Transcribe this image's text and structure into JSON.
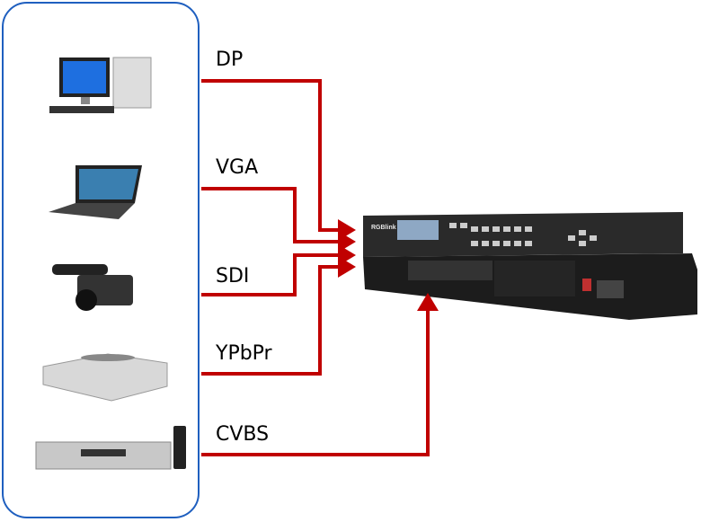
{
  "sources": [
    {
      "id": "desktop-pc",
      "label": "DP"
    },
    {
      "id": "laptop",
      "label": "VGA"
    },
    {
      "id": "camcorder",
      "label": "SDI"
    },
    {
      "id": "set-top-box",
      "label": "YPbPr"
    },
    {
      "id": "dvd-player",
      "label": "CVBS"
    }
  ],
  "device": {
    "brand": "RGBlink"
  },
  "colors": {
    "line": "#c00000",
    "panel_border": "#1f5fbf"
  }
}
